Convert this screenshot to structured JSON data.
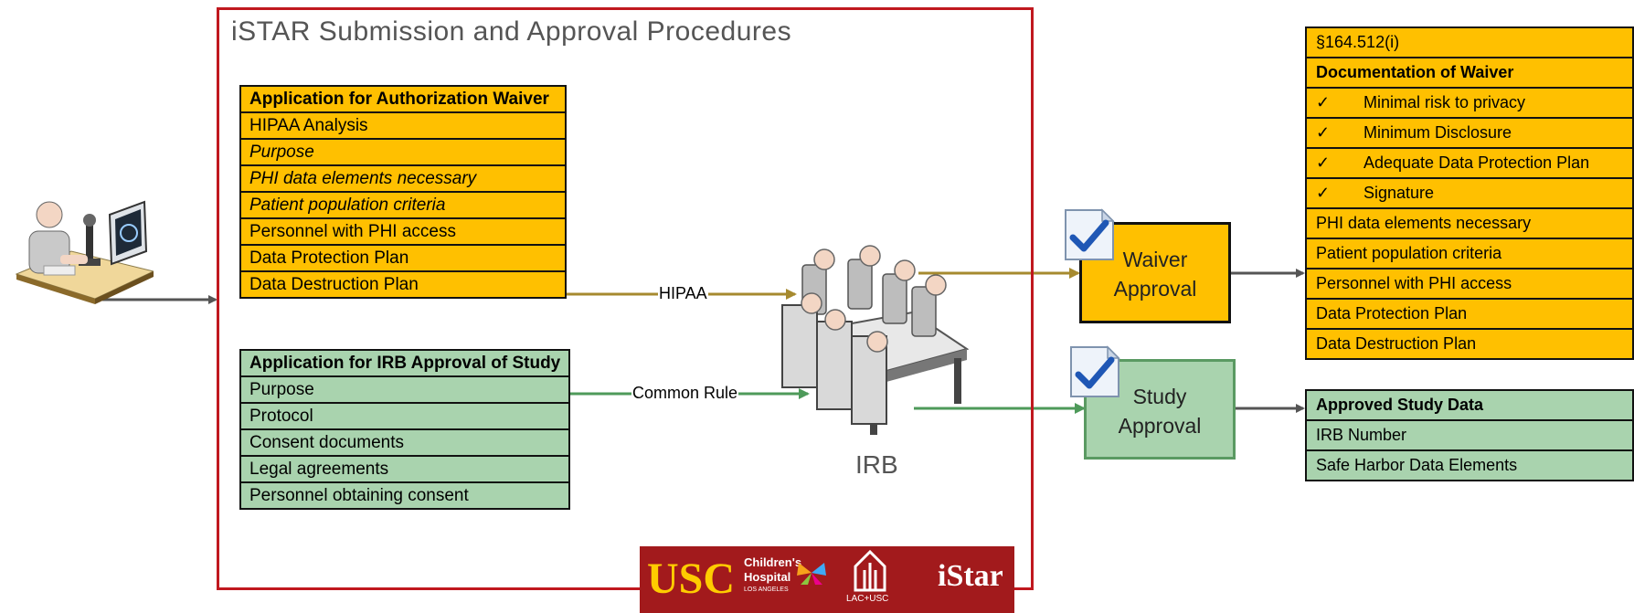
{
  "title": "iSTAR Submission and Approval Procedures",
  "waiver_app": {
    "header": "Application for Authorization Waiver",
    "items": [
      {
        "text": "HIPAA Analysis",
        "italic": false
      },
      {
        "text": "Purpose",
        "italic": true
      },
      {
        "text": "PHI data elements necessary",
        "italic": true
      },
      {
        "text": "Patient population criteria",
        "italic": true
      },
      {
        "text": "Personnel with PHI access",
        "italic": false
      },
      {
        "text": "Data Protection Plan",
        "italic": false
      },
      {
        "text": "Data Destruction Plan",
        "italic": false
      }
    ]
  },
  "irb_app": {
    "header": "Application for IRB Approval of Study",
    "items": [
      "Purpose",
      "Protocol",
      "Consent documents",
      "Legal agreements",
      "Personnel obtaining consent"
    ]
  },
  "connectors": {
    "hipaa": "HIPAA",
    "common_rule": "Common Rule"
  },
  "irb_label": "IRB",
  "waiver_approval": {
    "line1": "Waiver",
    "line2": "Approval"
  },
  "study_approval": {
    "line1": "Study",
    "line2": "Approval"
  },
  "documentation": {
    "section": "§164.512(i)",
    "header": "Documentation of Waiver",
    "checks": [
      "Minimal risk to privacy",
      "Minimum Disclosure",
      "Adequate Data Protection Plan",
      "Signature"
    ],
    "check_mark": "✓",
    "items": [
      "PHI data elements necessary",
      "Patient population criteria",
      "Personnel with PHI access",
      "Data Protection Plan",
      "Data Destruction Plan"
    ]
  },
  "approved_data": {
    "header": "Approved Study Data",
    "items": [
      "IRB Number",
      "Safe Harbor Data Elements"
    ]
  },
  "logo": {
    "usc": "USC",
    "chla_1": "Children's",
    "chla_2": "Hospital",
    "chla_3": "LOS ANGELES",
    "lac": "LAC+USC",
    "istar": "iStar"
  },
  "colors": {
    "frame": "#c0181f",
    "yellow": "#ffc000",
    "green": "#a9d3ae",
    "green_stroke": "#5a9a62",
    "hipaa_arrow": "#a68a2f",
    "common_arrow": "#4e9a5a",
    "logo_bg": "#a21a1c"
  }
}
